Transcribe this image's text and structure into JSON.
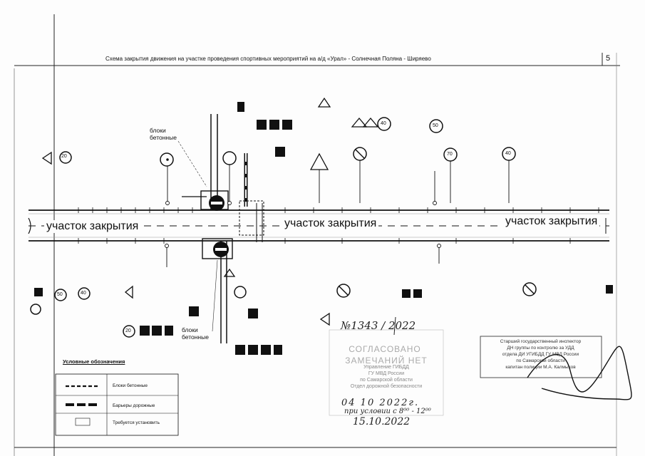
{
  "document": {
    "title": "Схема закрытия движения на участке проведения спортивных мероприятий на а/д «Урал» - Солнечная Поляна - Ширяево",
    "page_number": "5"
  },
  "road": {
    "closure_labels": [
      "участок закрытия",
      "участок закрытия",
      "участок закрытия"
    ]
  },
  "callouts": {
    "concrete_blocks_upper": [
      "блоки",
      "бетонные"
    ],
    "concrete_blocks_lower": [
      "блоки",
      "бетонные"
    ]
  },
  "signs": {
    "speed_limits": [
      "20",
      "40",
      "50",
      "70",
      "40",
      "50",
      "40",
      "20"
    ]
  },
  "legend": {
    "title": "Условные обозначения",
    "items": [
      "Блоки бетонные",
      "Барьеры дорожные",
      "Требуется установить"
    ]
  },
  "approval_stamp": {
    "handwritten_number": "№1343 / 2022",
    "lines": [
      "СОГЛАСОВАНО",
      "ЗАМЕЧАНИЙ НЕТ",
      "Управление ГИБДД",
      "ГУ МВД России",
      "по Самарской области",
      "Отдел дорожной безопасности"
    ],
    "handwritten_date": "04   10   2022г.",
    "handwritten_note": "при условии с 8⁰⁰ - 12⁰⁰",
    "handwritten_date2": "15.10.2022"
  },
  "inspector_stamp": {
    "lines": [
      "Старший государственный инспектор",
      "ДН группы по контролю за УДД",
      "отдела ДИ УГИБДД ГУ МВД России",
      "по Самарской области",
      "капитан полиции М.А. Калмыков"
    ]
  },
  "colors": {
    "ink": "#111111",
    "stamp_gray": "#888888",
    "paper": "#fdfdfd"
  }
}
